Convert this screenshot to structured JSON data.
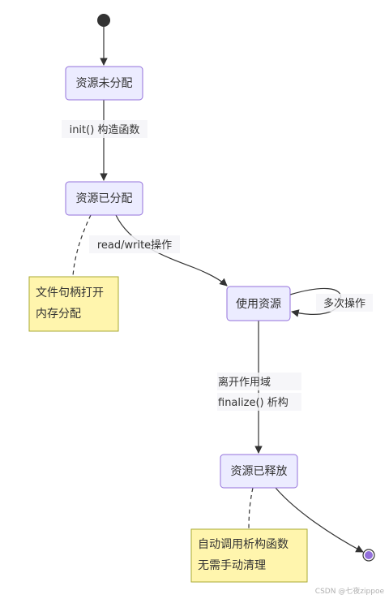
{
  "states": {
    "unallocated": "资源未分配",
    "allocated": "资源已分配",
    "in_use": "使用资源",
    "released": "资源已释放"
  },
  "transitions": {
    "init": "init() 构造函数",
    "read_write": "read/write操作",
    "multi_ops": "多次操作",
    "leave_scope": "离开作用域",
    "finalize": "finalize() 析构"
  },
  "notes": {
    "alloc_note_line1": "文件句柄打开",
    "alloc_note_line2": "内存分配",
    "release_note_line1": "自动调用析构函数",
    "release_note_line2": "无需手动清理"
  },
  "watermark": "CSDN @七夜zippoe",
  "colors": {
    "state_fill": "#ECECFF",
    "state_stroke": "#9370DB",
    "note_fill": "#FFF5AD",
    "note_stroke": "#AAAA33",
    "end_fill": "#9370DB"
  }
}
